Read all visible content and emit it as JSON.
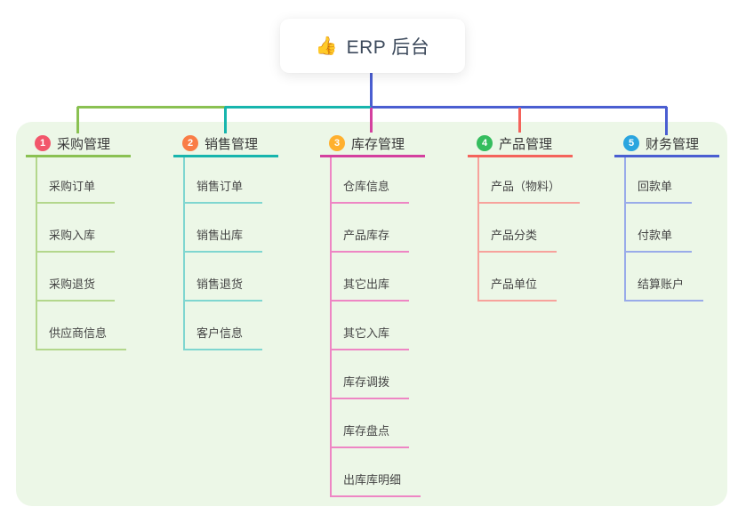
{
  "canvas": {
    "panel_bg": "#ecf7e7"
  },
  "root": {
    "icon": "👍",
    "title": "ERP 后台"
  },
  "branches": [
    {
      "num": "1",
      "label": "采购管理",
      "badge_color": "#f2566b",
      "line_color": "#8ac152",
      "child_line_color": "#b3d78c",
      "children": [
        {
          "label": "采购订单"
        },
        {
          "label": "采购入库"
        },
        {
          "label": "采购退货"
        },
        {
          "label": "供应商信息"
        }
      ]
    },
    {
      "num": "2",
      "label": "销售管理",
      "badge_color": "#f97d46",
      "line_color": "#17b5ad",
      "child_line_color": "#7fd6d0",
      "children": [
        {
          "label": "销售订单"
        },
        {
          "label": "销售出库"
        },
        {
          "label": "销售退货"
        },
        {
          "label": "客户信息"
        }
      ]
    },
    {
      "num": "3",
      "label": "库存管理",
      "badge_color": "#ffb02e",
      "line_color": "#d4409f",
      "child_line_color": "#ee86c4",
      "children": [
        {
          "label": "仓库信息"
        },
        {
          "label": "产品库存"
        },
        {
          "label": "其它出库"
        },
        {
          "label": "其它入库"
        },
        {
          "label": "库存调拨"
        },
        {
          "label": "库存盘点"
        },
        {
          "label": "出库库明细"
        }
      ]
    },
    {
      "num": "4",
      "label": "产品管理",
      "badge_color": "#35bd5e",
      "line_color": "#f4635b",
      "child_line_color": "#f7a29c",
      "children": [
        {
          "label": "产品（物料）"
        },
        {
          "label": "产品分类"
        },
        {
          "label": "产品单位"
        }
      ]
    },
    {
      "num": "5",
      "label": "财务管理",
      "badge_color": "#2aa5df",
      "line_color": "#4a5ed1",
      "child_line_color": "#99abe9",
      "children": [
        {
          "label": "回款单"
        },
        {
          "label": "付款单"
        },
        {
          "label": "结算账户"
        }
      ]
    }
  ]
}
